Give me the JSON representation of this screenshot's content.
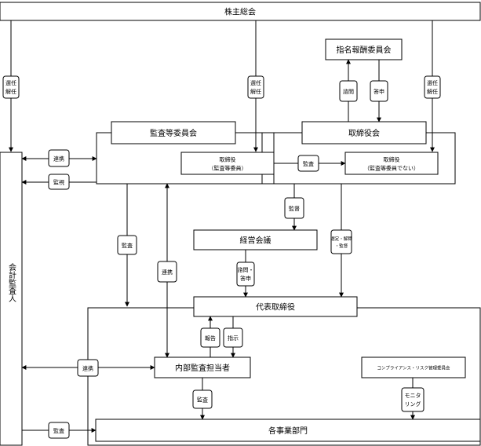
{
  "boxes": {
    "shareholders_meeting": "株主総会",
    "nomination_committee": "指名報酬委員会",
    "audit_committee": "監査等委員会",
    "board": "取締役会",
    "director_audit_line1": "取締役",
    "director_audit_line2": "（監査等委員）",
    "director_nonaudit_line1": "取締役",
    "director_nonaudit_line2": "（監査等委員でない）",
    "management_meeting": "経営会議",
    "representative_director": "代表取締役",
    "accounting_auditor": "会計監査人",
    "internal_audit": "内部監査担当者",
    "compliance_committee": "コンプライアンス・リスク管理委員会",
    "business_departments": "各事業部門"
  },
  "labels": {
    "elect_dismiss_1a": "選任",
    "elect_dismiss_1b": "解任",
    "elect_dismiss_2a": "選任",
    "elect_dismiss_2b": "解任",
    "elect_dismiss_3a": "選任",
    "elect_dismiss_3b": "解任",
    "consult": "諮問",
    "report_answer": "答申",
    "cooperation_top": "連携",
    "monitoring": "監視",
    "audit_between_directors": "監査",
    "supervision": "監督",
    "select_dismiss_supervise_a": "選定・解職",
    "select_dismiss_supervise_b": "・監督",
    "audit_left": "監査",
    "cooperation_mid": "連携",
    "consult_answer_a": "諮問・",
    "consult_answer_b": "答申",
    "report": "報告",
    "instruction": "指示",
    "cooperation_bottom": "連携",
    "audit_internal": "監査",
    "monitoring_long_a": "モニタ",
    "monitoring_long_b": "リング",
    "audit_bottom": "監査"
  }
}
